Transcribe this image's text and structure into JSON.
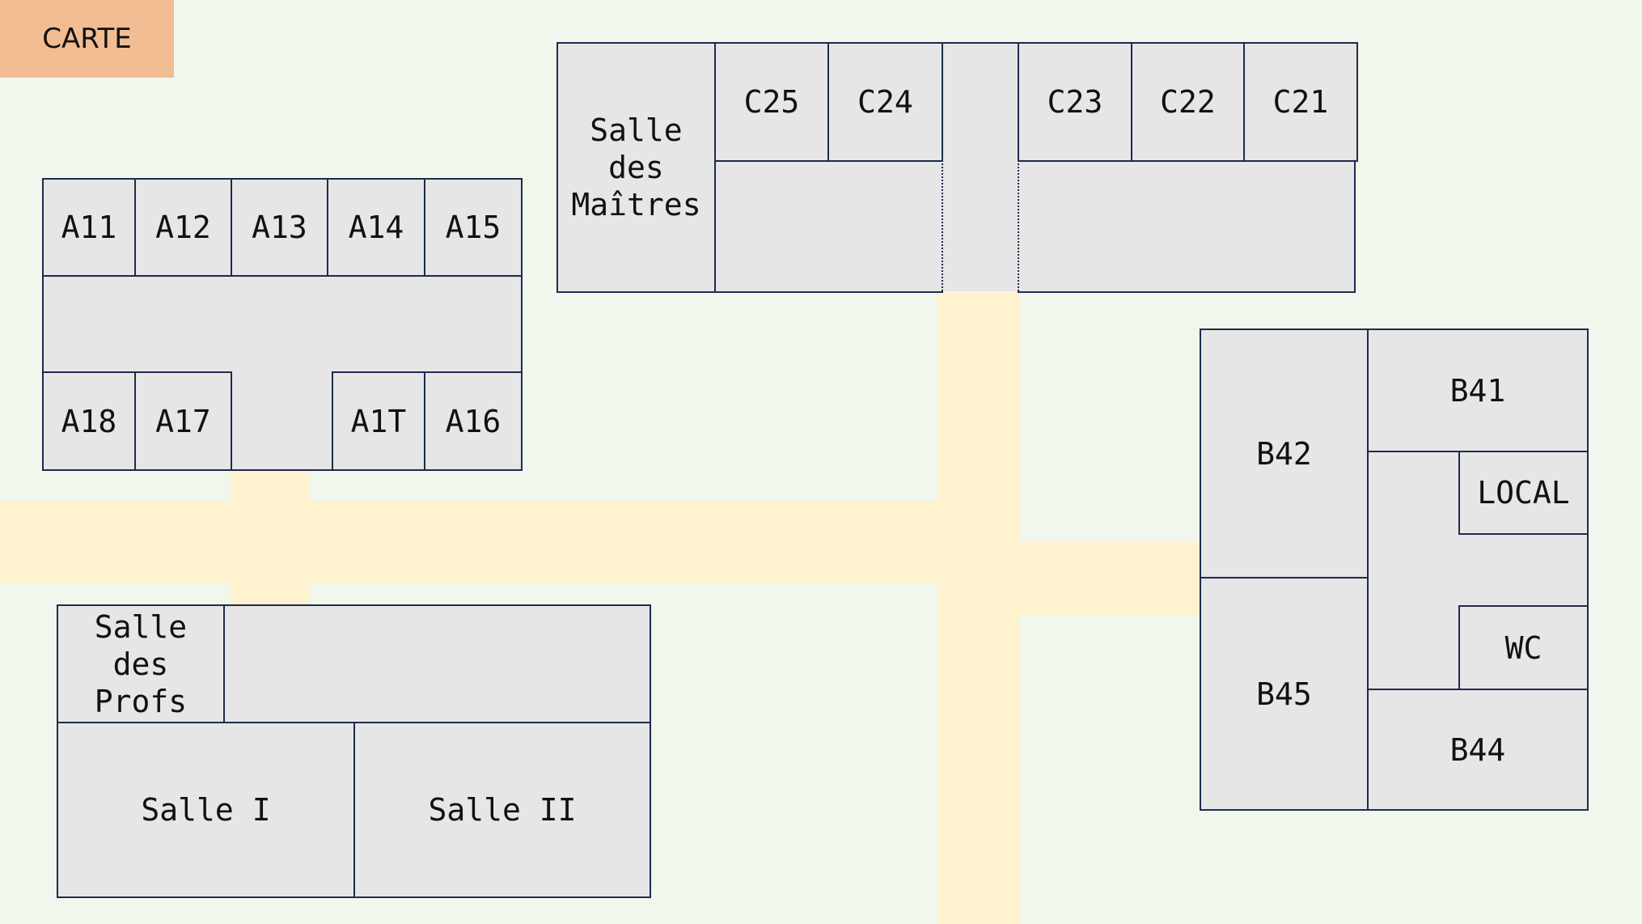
{
  "title": "CARTE",
  "rooms": {
    "salle_maitres": "Salle\ndes\nMaîtres",
    "c25": "C25",
    "c24": "C24",
    "c23": "C23",
    "c22": "C22",
    "c21": "C21",
    "a11": "A11",
    "a12": "A12",
    "a13": "A13",
    "a14": "A14",
    "a15": "A15",
    "a18": "A18",
    "a17": "A17",
    "a1t": "A1T",
    "a16": "A16",
    "salle_profs": "Salle\ndes\nProfs",
    "salle_1": "Salle I",
    "salle_2": "Salle II",
    "b41": "B41",
    "b42": "B42",
    "local": "LOCAL",
    "wc": "WC",
    "b45": "B45",
    "b44": "B44"
  },
  "colors": {
    "background": "#f1f7ec",
    "path": "#fff2cf",
    "room_fill": "#e6e6e6",
    "wall": "#1d2b4d",
    "title_bg": "#f2bd92"
  }
}
